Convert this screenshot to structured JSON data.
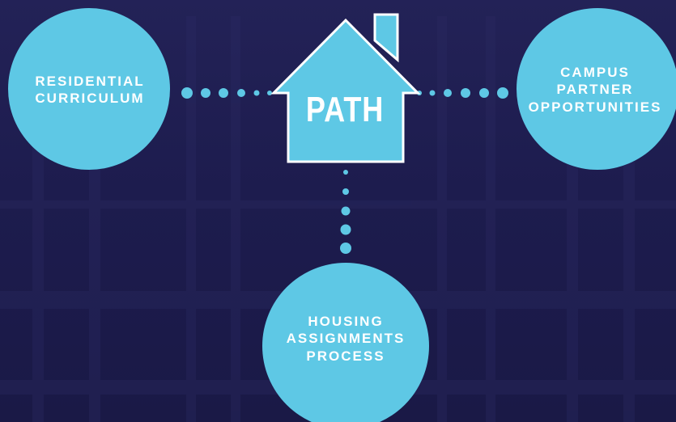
{
  "diagram": {
    "center": {
      "label": "PATH"
    },
    "nodes": {
      "residential": {
        "lines": [
          "RESIDENTIAL",
          "CURRICULUM"
        ]
      },
      "campus": {
        "lines": [
          "CAMPUS",
          "PARTNER",
          "OPPORTUNITIES"
        ]
      },
      "housing": {
        "lines": [
          "HOUSING",
          "ASSIGNMENTS",
          "PROCESS"
        ]
      }
    },
    "colors": {
      "accent": "#5ec8e5",
      "background": "#1d1c4e",
      "text": "#ffffff"
    }
  }
}
